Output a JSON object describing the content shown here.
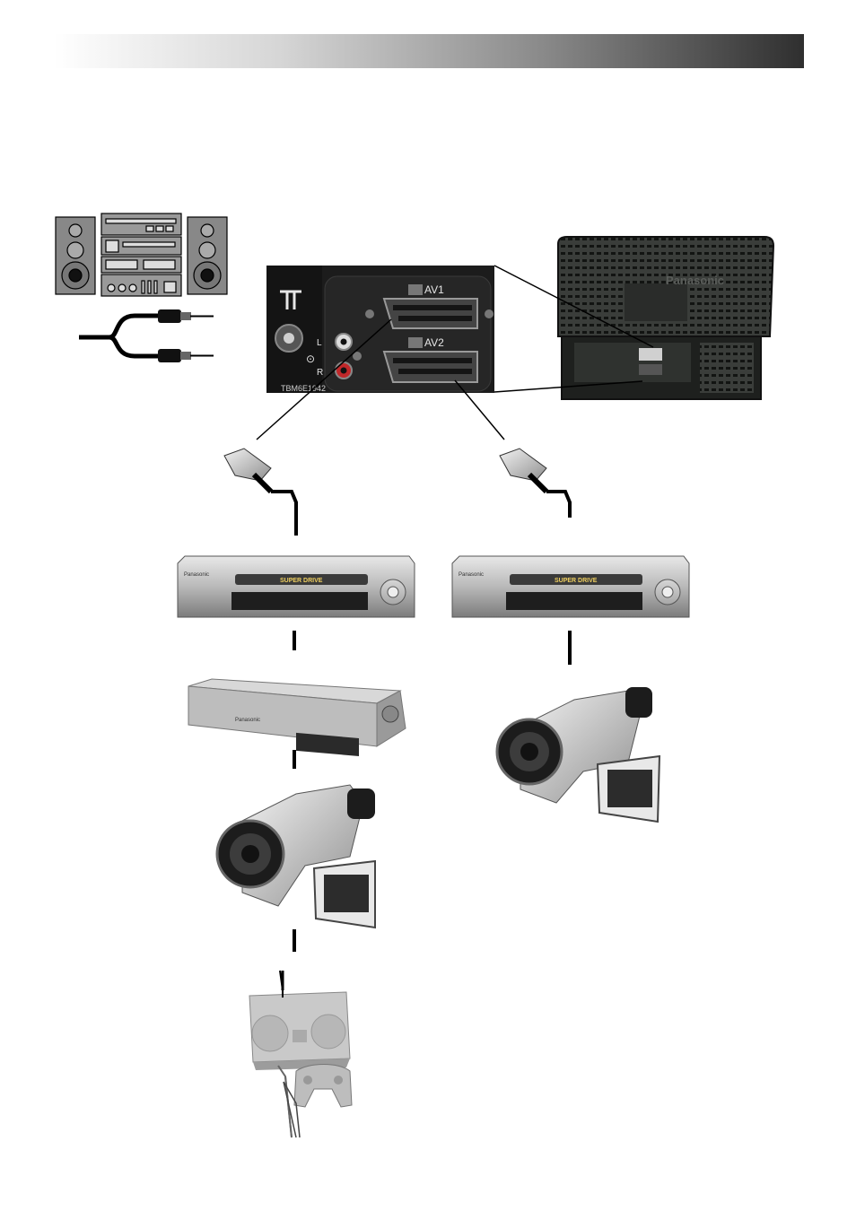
{
  "panel": {
    "socket_av1": "AV1",
    "socket_av2": "AV2",
    "audio_left": "L",
    "audio_right": "R",
    "model_code": "TBM6E1942"
  },
  "tv": {
    "brand": "Panasonic"
  },
  "vcr": {
    "brand": "Panasonic",
    "front_label": "SUPER DRIVE"
  },
  "satellite": {
    "brand": "Panasonic"
  },
  "colors": {
    "header_dark": "#2f2f2f",
    "panel_black": "#1c1c1c",
    "device_silver": "#c9c9c9",
    "audio_red": "#c0282a"
  }
}
